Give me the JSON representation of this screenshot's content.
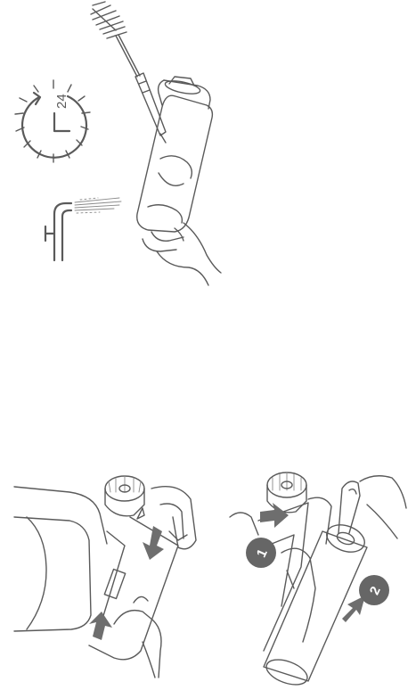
{
  "clock": {
    "hours_label": "24"
  },
  "markers": {
    "step_one": "1",
    "step_two": "2"
  },
  "colors": {
    "line": "#5a5a5a",
    "arrow": "#6e6e6e",
    "marker_fill": "#666666",
    "background": "#ffffff"
  }
}
